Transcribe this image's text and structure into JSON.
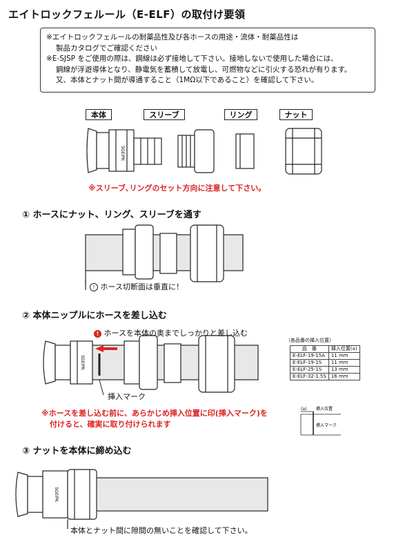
{
  "title": "エイトロックフェルール（E-ELF）の取付け要領",
  "notice": {
    "line1": "※エイトロックフェルールの耐薬品性及び各ホースの用途・流体・耐薬品性は",
    "line2": "製品カタログでご確認ください",
    "line3": "※E-SJSP をご使用の際は、鋼線は必ず接地して下さい。接地しないで使用した場合には、",
    "line4": "鋼線が浮遊導体となり、静電気を蓄積して放電し、可燃物などに引火する恐れが有ります。",
    "line5": "又、本体とナット間が導通すること（1MΩ以下であること）を確認して下さい。"
  },
  "parts": {
    "body": "本体",
    "sleeve": "スリーブ",
    "ring": "リング",
    "nut": "ナット",
    "caution": "※スリーブ､リングのセット方向に注意して下さい。"
  },
  "brand_mark": "SGEIPK",
  "step1": {
    "title": "①  ホースにナット、リング、スリーブを通す",
    "note": "ホース切断面は垂直に！"
  },
  "step2": {
    "title": "②  本体ニップルにホースを差し込む",
    "note_top": "ホースを本体の奥までしっかりと差し込む",
    "insert_mark": "挿入マーク",
    "red_line1": "※ホースを差し込む前に、あらかじめ挿入位置に印(挿入マーク)を",
    "red_line2": "付けると、確実に取り付けられます",
    "table": {
      "caption": "（各品番の挿入位置）",
      "headers": [
        "品　番",
        "挿入位置(a)"
      ],
      "rows": [
        [
          "E-ELF-19-15A",
          "11 mm"
        ],
        [
          "E-ELF-19-1S",
          "11 mm"
        ],
        [
          "E-ELF-25-1S",
          "13 mm"
        ],
        [
          "E-ELF-32-1.5S",
          "16 mm"
        ]
      ]
    },
    "diagram": {
      "a_label": "(a)",
      "pos_label": "挿入位置",
      "mark_label": "挿入マーク"
    }
  },
  "step3": {
    "title": "③  ナットを本体に締め込む",
    "note": "本体とナット間に隙間の無いことを確認して下さい。"
  },
  "colors": {
    "caution_red": "#dd2222",
    "hose_fill": "#e8e8e8"
  }
}
